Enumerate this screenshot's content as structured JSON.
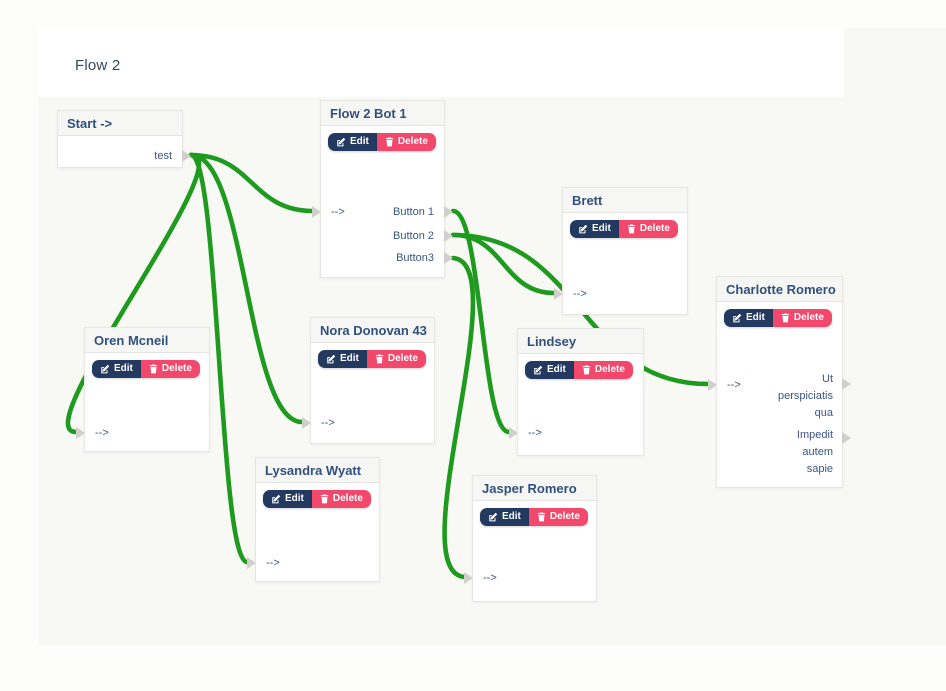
{
  "header": {
    "title": "Flow 2"
  },
  "buttons": {
    "edit": "Edit",
    "delete": "Delete"
  },
  "colors": {
    "wire": "#1e9b1e",
    "edit_button_bg": "#23395f",
    "delete_button_bg": "#f2486c",
    "node_title_text": "#31507d",
    "canvas_bg": "#f8f8f4"
  },
  "nodes": {
    "start": {
      "title": "Start ->",
      "output": "test"
    },
    "bot": {
      "title": "Flow 2 Bot 1",
      "input": "-->",
      "outputs": [
        "Button 1",
        "Button 2",
        "Button3"
      ]
    },
    "brett": {
      "title": "Brett",
      "input": "-->"
    },
    "charlotte": {
      "title": "Charlotte Romero",
      "input": "-->",
      "outputs": [
        "Ut perspiciatis qua",
        "Impedit autem sapie"
      ]
    },
    "oren": {
      "title": "Oren Mcneil",
      "input": "-->"
    },
    "nora": {
      "title": "Nora Donovan 43",
      "input": "-->"
    },
    "lindsey": {
      "title": "Lindsey",
      "input": "-->"
    },
    "lysandra": {
      "title": "Lysandra Wyatt",
      "input": "-->"
    },
    "jasper": {
      "title": "Jasper Romero",
      "input": "-->"
    }
  },
  "connections": [
    {
      "from": "Start -> : test",
      "to": "Flow 2 Bot 1 : input"
    },
    {
      "from": "Start -> : test",
      "to": "Oren Mcneil : input"
    },
    {
      "from": "Start -> : test",
      "to": "Nora Donovan 43 : input"
    },
    {
      "from": "Start -> : test",
      "to": "Lysandra Wyatt : input"
    },
    {
      "from": "Flow 2 Bot 1 : Button 1",
      "to": "Lindsey : input"
    },
    {
      "from": "Flow 2 Bot 1 : Button 2",
      "to": "Brett : input"
    },
    {
      "from": "Flow 2 Bot 1 : Button 2",
      "to": "Charlotte Romero : input"
    },
    {
      "from": "Flow 2 Bot 1 : Button3",
      "to": "Jasper Romero : input"
    }
  ]
}
